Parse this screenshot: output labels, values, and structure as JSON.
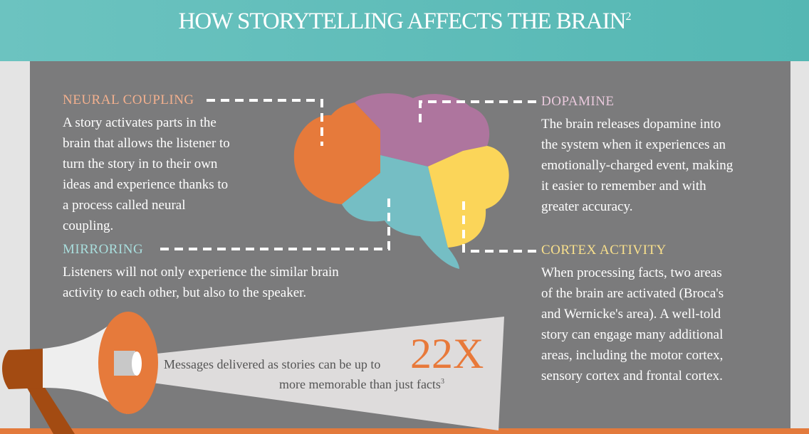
{
  "title": "HOW STORYTELLING AFFECTS THE BRAIN",
  "title_ref": "2",
  "sections": {
    "neural": {
      "heading": "NEURAL COUPLING",
      "lines": [
        "A story activates parts in the",
        "brain that allows the listener to",
        "turn the story in to their own",
        "ideas and experience thanks to",
        "a process  called neural",
        "coupling."
      ]
    },
    "mirroring": {
      "heading": "MIRRORING",
      "lines": [
        "Listeners will not only experience the similar brain",
        "activity to each other, but also to the speaker."
      ]
    },
    "dopamine": {
      "heading": "DOPAMINE",
      "lines": [
        "The brain releases dopamine into",
        "the system when it experiences an",
        "emotionally-charged event, making",
        "it easier to remember and with",
        "greater accuracy."
      ]
    },
    "cortex": {
      "heading": "CORTEX ACTIVITY",
      "lines": [
        "When processing facts, two areas",
        "of the brain are activated (Broca's",
        "and Wernicke's area). A well-told",
        "story can engage many additional",
        "areas, including the motor cortex,",
        "sensory cortex and frontal cortex."
      ]
    }
  },
  "megaphone": {
    "line1": "Messages delivered as stories can be up to",
    "big": "22X",
    "line2": "more memorable than just facts",
    "ref": "3"
  },
  "colors": {
    "header": "#5bbcb8",
    "panel": "#7b7b7c",
    "orange": "#e67a3b",
    "purple": "#ae759e",
    "teal": "#75bec4",
    "yellow": "#fbd559"
  }
}
